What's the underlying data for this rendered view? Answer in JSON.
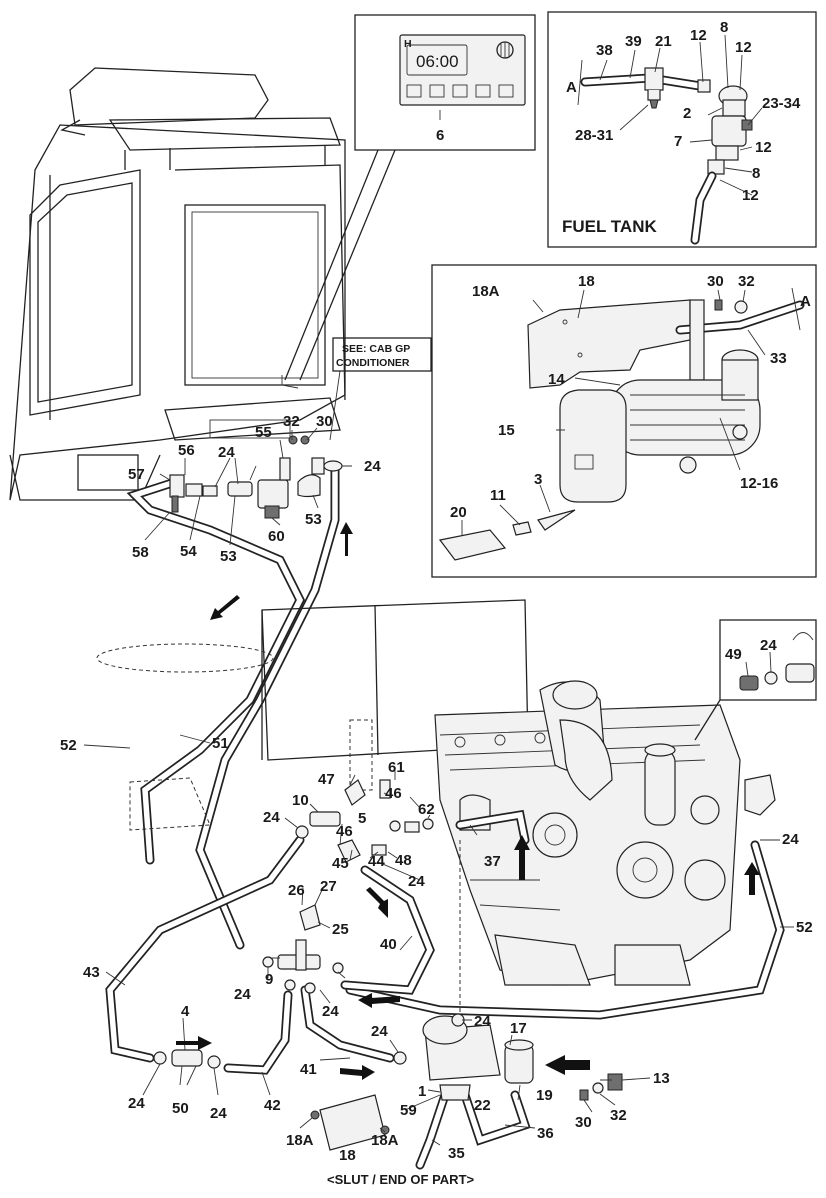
{
  "diagram": {
    "timer_display": "06:00",
    "timer_badge": "H",
    "fuel_tank_title": "FUEL TANK",
    "see_note_line1": "SEE: CAB GP",
    "see_note_line2": "CONDITIONER",
    "footer": "<SLUT / END OF PART>",
    "reference_marker": "A",
    "callouts": {
      "c6": "6",
      "ft38": "38",
      "ft39": "39",
      "ft21": "21",
      "ft12a": "12",
      "ft8a": "8",
      "ft12b": "12",
      "ft2": "2",
      "ft2334": "23-34",
      "ft2831": "28-31",
      "ft7": "7",
      "ft12c": "12",
      "ft8b": "8",
      "ft12d": "12",
      "h18A": "18A",
      "h18": "18",
      "h30": "30",
      "h32": "32",
      "h33": "33",
      "h14": "14",
      "h15": "15",
      "h1216": "12-16",
      "h20": "20",
      "h11": "11",
      "h3": "3",
      "c32": "32",
      "c30": "30",
      "c55": "55",
      "c56": "56",
      "c24a": "24",
      "c57": "57",
      "c24b": "24",
      "c53a": "53",
      "c54": "54",
      "c53b": "53",
      "c58": "58",
      "c60": "60",
      "c49": "49",
      "c24c": "24",
      "c52a": "52",
      "c51": "51",
      "c47": "47",
      "c61": "61",
      "c46a": "46",
      "c5": "5",
      "c62": "62",
      "c10": "10",
      "c24d": "24",
      "c46b": "46",
      "c48": "48",
      "c45": "45",
      "c44": "44",
      "c37": "37",
      "c24e": "24",
      "c24f": "24",
      "c26": "26",
      "c27": "27",
      "c25": "25",
      "c40": "40",
      "c52b": "52",
      "c43": "43",
      "c9": "9",
      "c24g": "24",
      "c24h": "24",
      "c4": "4",
      "c24i": "24",
      "c17": "17",
      "c13": "13",
      "c24j": "24",
      "c41": "41",
      "c24k": "24",
      "c50": "50",
      "c24l": "24",
      "c42": "42",
      "c22": "22",
      "c19": "19",
      "c1": "1",
      "c59": "59",
      "c30b": "30",
      "c32b": "32",
      "c18A1": "18A",
      "c18b": "18",
      "c18A2": "18A",
      "c35": "35",
      "c36": "36"
    }
  }
}
